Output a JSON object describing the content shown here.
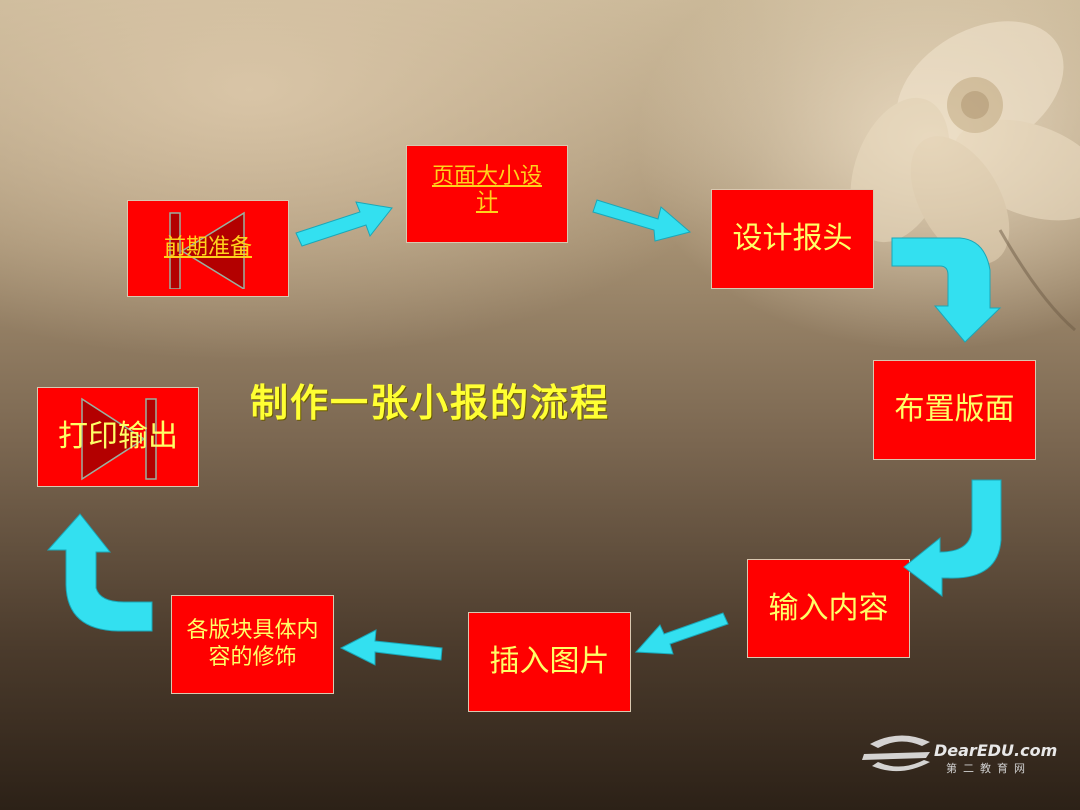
{
  "title": "制作一张小报的流程",
  "steps": {
    "prep": "前期准备",
    "page_size": "页面大小设计",
    "header": "设计报头",
    "layout": "布置版面",
    "input": "输入内容",
    "images": "插入图片",
    "decorate": "各版块具体内容的修饰",
    "print": "打印输出"
  },
  "logo": {
    "brand": "DearEDU.com",
    "sub": "第二教育网"
  },
  "colors": {
    "box_fill": "#ff0000",
    "arrow": "#33e0f0",
    "text": "#ffff66",
    "title": "#ffff33"
  }
}
